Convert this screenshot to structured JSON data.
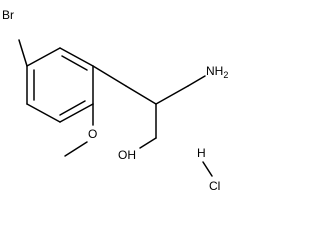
{
  "molecule": {
    "labels": {
      "bromine": "Br",
      "amine": "NH",
      "amine_subscript": "2",
      "ether_oxygen": "O",
      "hydroxyl": "OH",
      "hcl_hydrogen": "H",
      "hcl_chlorine": "Cl"
    },
    "line_color": "#000000"
  }
}
